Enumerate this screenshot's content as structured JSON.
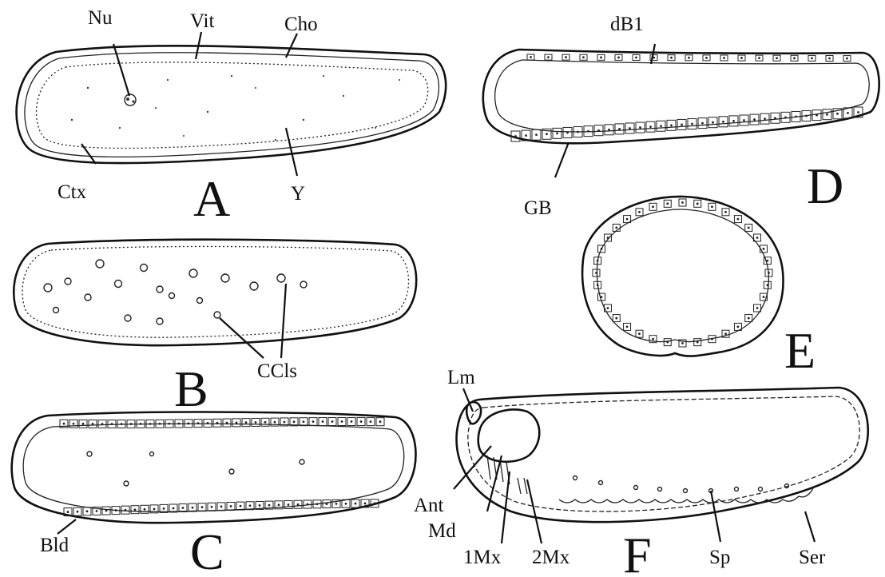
{
  "figure": {
    "panels": [
      {
        "id": "A",
        "letter": "A",
        "labels": [
          "Nu",
          "Vit",
          "Cho",
          "Ctx",
          "Y"
        ]
      },
      {
        "id": "B",
        "letter": "B",
        "labels": [
          "CCls"
        ]
      },
      {
        "id": "C",
        "letter": "C",
        "labels": [
          "Bld"
        ]
      },
      {
        "id": "D",
        "letter": "D",
        "labels": [
          "dB1",
          "GB"
        ]
      },
      {
        "id": "E",
        "letter": "E",
        "labels": []
      },
      {
        "id": "F",
        "letter": "F",
        "labels": [
          "Lm",
          "Ant",
          "Md",
          "1Mx",
          "2Mx",
          "Sp",
          "Ser"
        ]
      }
    ]
  },
  "colors": {
    "ink": "#111111",
    "background": "#ffffff"
  }
}
